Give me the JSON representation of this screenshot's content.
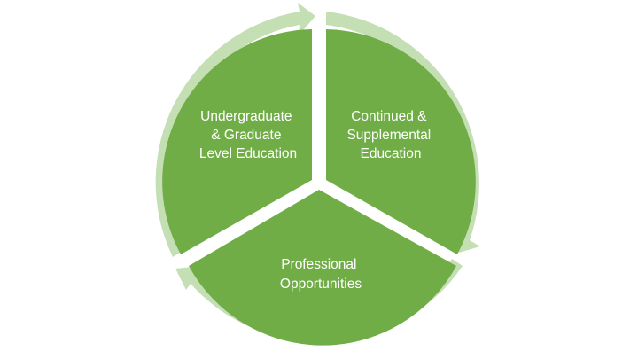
{
  "diagram": {
    "type": "cycle",
    "colors": {
      "segment_fill": "#70ad47",
      "cycle_arrow": "#c5dfb5",
      "background": "#ffffff",
      "label_text": "#ffffff"
    },
    "segments": [
      {
        "id": "education",
        "lines": [
          "Undergraduate",
          "& Graduate",
          "Level Education"
        ]
      },
      {
        "id": "continued",
        "lines": [
          "Continued &",
          "Supplemental",
          "Education"
        ]
      },
      {
        "id": "professional",
        "lines": [
          "Professional",
          "Opportunities"
        ]
      }
    ],
    "arrow_direction": "clockwise"
  }
}
